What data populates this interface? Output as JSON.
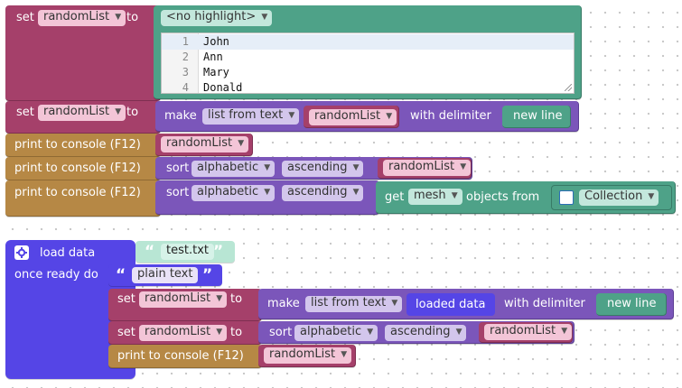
{
  "block1": {
    "set_label": "set",
    "var_name": "randomList",
    "to_label": "to",
    "highlight_value": "<no highlight>",
    "editor_lines": [
      {
        "num": "1",
        "text": "John"
      },
      {
        "num": "2",
        "text": "Ann"
      },
      {
        "num": "3",
        "text": "Mary"
      },
      {
        "num": "4",
        "text": "Donald"
      }
    ]
  },
  "block2": {
    "set_label": "set",
    "var_name": "randomList",
    "to_label": "to",
    "make_label": "make",
    "make_option": "list from text",
    "var_arg": "randomList",
    "delimiter_label": "with delimiter",
    "delimiter_value": "new line"
  },
  "block3": {
    "print_label": "print to console (F12)",
    "var_arg": "randomList"
  },
  "block4": {
    "print_label": "print to console (F12)",
    "sort_label": "sort",
    "sort_type": "alphabetic",
    "sort_order": "ascending",
    "var_arg": "randomList"
  },
  "block5": {
    "print_label": "print to console (F12)",
    "sort_label": "sort",
    "sort_type": "alphabetic",
    "sort_order": "ascending",
    "get_label": "get",
    "get_type": "mesh",
    "objects_from_label": "objects from",
    "collection_label": "Collection"
  },
  "load": {
    "load_label": "load data",
    "file_name": "test.txt",
    "ready_label": "once ready do",
    "format_label": "plain text",
    "inner_set1": {
      "set_label": "set",
      "var_name": "randomList",
      "to_label": "to",
      "make_label": "make",
      "make_option": "list from text",
      "loaded_label": "loaded data",
      "delimiter_label": "with delimiter",
      "delimiter_value": "new line"
    },
    "inner_set2": {
      "set_label": "set",
      "var_name": "randomList",
      "to_label": "to",
      "sort_label": "sort",
      "sort_type": "alphabetic",
      "sort_order": "ascending",
      "var_arg": "randomList"
    },
    "inner_print": {
      "print_label": "print to console (F12)",
      "var_arg": "randomList"
    }
  },
  "icons": {
    "dropdown": "chevron-down-icon",
    "gear": "gear-icon",
    "collection": "collection-icon",
    "quote_open": "“",
    "quote_close": "”"
  },
  "colors": {
    "variables": "#a5406a",
    "lists": "#7b56ba",
    "text": "#4ea288",
    "console": "#b68845",
    "event": "#5545e6"
  }
}
